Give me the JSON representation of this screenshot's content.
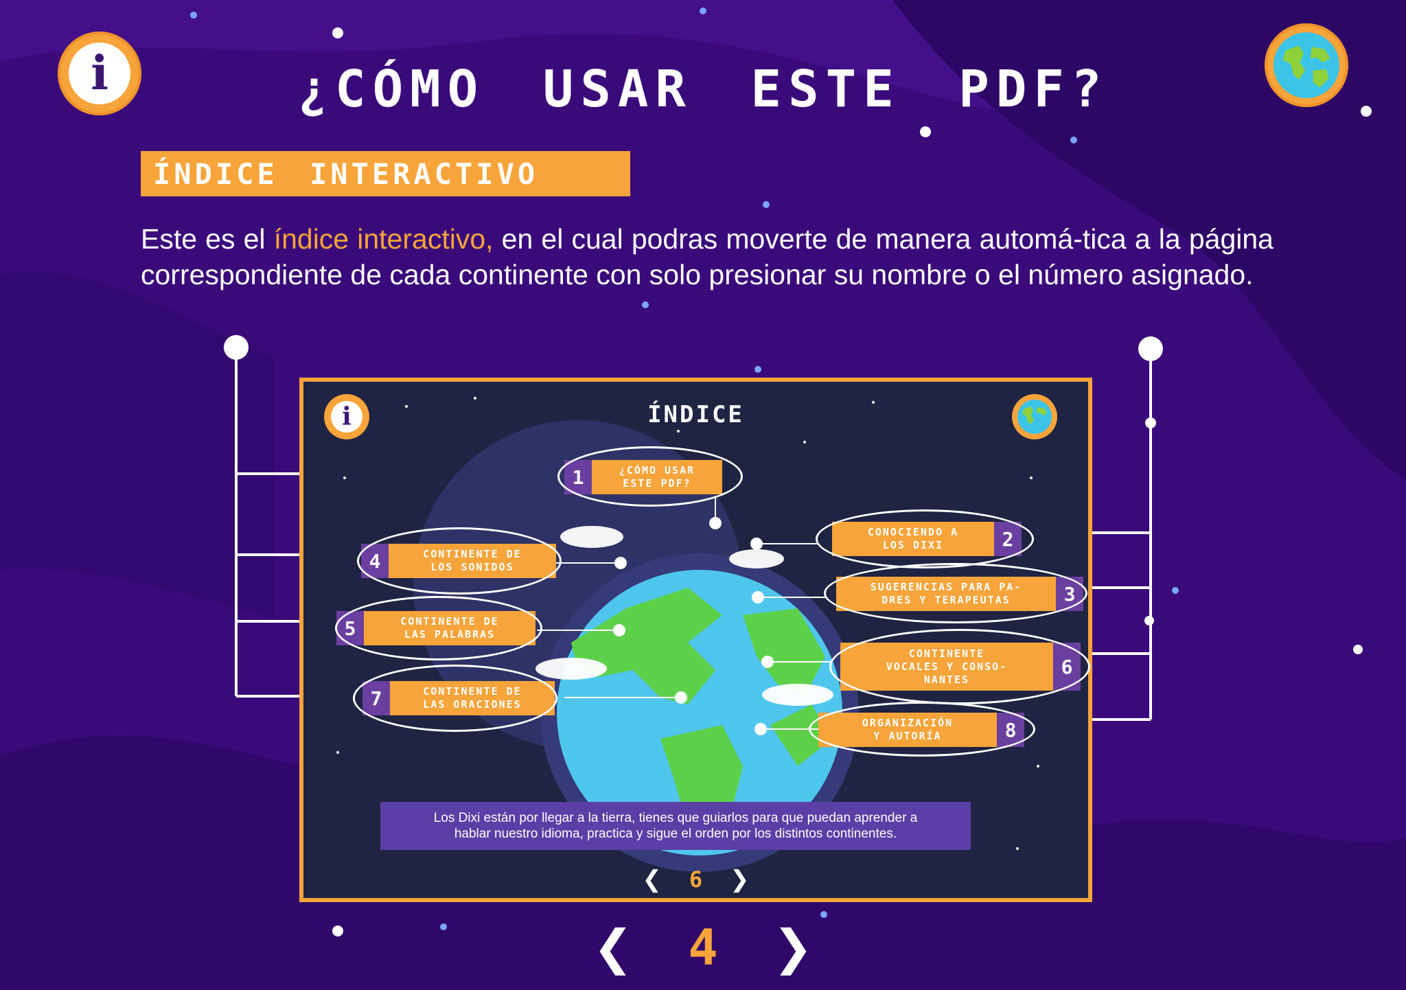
{
  "header": {
    "title": "¿CÓMO USAR ESTE PDF?",
    "info_icon_glyph": "i"
  },
  "section": {
    "label": "ÍNDICE INTERACTIVO"
  },
  "description": {
    "before": "Este es el ",
    "highlight": "índice interactivo,",
    "after": " en el cual podras moverte de manera automá-tica a la página correspondiente de cada continente con solo presionar su nombre o el número asignado."
  },
  "preview": {
    "title": "ÍNDICE",
    "info_icon_glyph": "i",
    "items": [
      {
        "num": "1",
        "label": "¿CÓMO USAR\nESTE PDF?"
      },
      {
        "num": "2",
        "label": "CONOCIENDO A\nLOS DIXI"
      },
      {
        "num": "3",
        "label": "SUGERENCIAS PARA PA-\nDRES Y TERAPEUTAS"
      },
      {
        "num": "4",
        "label": "CONTINENTE DE\nLOS SONIDOS"
      },
      {
        "num": "5",
        "label": "CONTINENTE DE\nLAS PALABRAS"
      },
      {
        "num": "6",
        "label": "CONTINENTE\nVOCALES Y CONSO-\nNANTES"
      },
      {
        "num": "7",
        "label": "CONTINENTE DE\nLAS ORACIONES"
      },
      {
        "num": "8",
        "label": "ORGANIZACIÓN\nY AUTORÍA"
      }
    ],
    "caption": "Los Dixi están por llegar a la tierra, tienes que guiarlos para que puedan aprender a\nhablar nuestro idioma, practica y sigue el orden por los distintos continentes.",
    "nav": {
      "prev": "❮",
      "page": "6",
      "next": "❯"
    }
  },
  "nav": {
    "prev": "❮",
    "page": "4",
    "next": "❯"
  },
  "colors": {
    "accent": "#f7a43a",
    "background": "#3a0a7a",
    "preview_bg": "#1f2442",
    "number_tab": "#6a3fa0"
  }
}
